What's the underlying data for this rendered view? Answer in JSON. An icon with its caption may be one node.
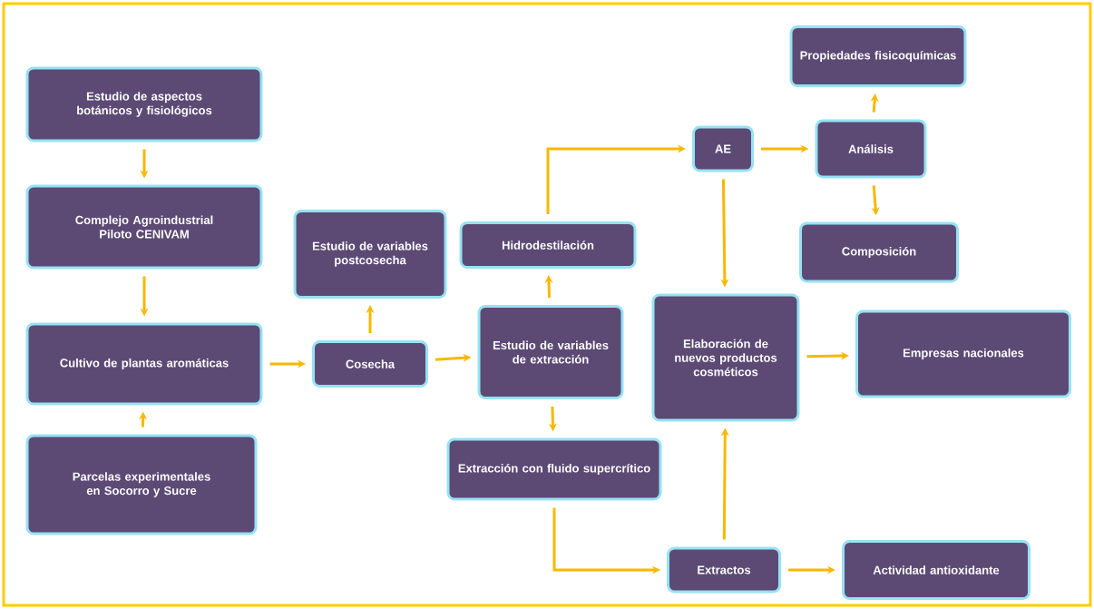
{
  "diagram": {
    "nodes": [
      {
        "text": [
          "Estudio de aspectos botánicos y fisiológicos"
        ]
      },
      {
        "text": [
          "Complejo Agroindustrial Piloto CENIVAM"
        ]
      },
      {
        "text": [
          "Cultivo de plantas aromáticas"
        ]
      },
      {
        "text": [
          "Parcelas experimentales en Socorro y Sucre"
        ]
      },
      {
        "text": [
          "Cosecha"
        ]
      },
      {
        "text": [
          "Estudio de variables postcosecha"
        ]
      },
      {
        "text": [
          "Estudio de variables de extracción"
        ]
      },
      {
        "text": [
          "Hidrodestilación"
        ]
      },
      {
        "text": [
          "Extracción con fluido supercrítico"
        ]
      },
      {
        "text": [
          "AE"
        ]
      },
      {
        "text": [
          "Análisis"
        ]
      },
      {
        "text": [
          "Propiedades fisicoquímicas"
        ]
      },
      {
        "text": [
          "Composición"
        ]
      },
      {
        "text": [
          "Elaboración de nuevos productos cosméticos"
        ]
      },
      {
        "text": [
          "Empresas nacionales"
        ]
      },
      {
        "text": [
          "Extractos"
        ]
      },
      {
        "text": [
          "Actividad antioxidante"
        ]
      }
    ],
    "edges": [
      {
        "from": 0,
        "to": 1,
        "arrow": "to"
      },
      {
        "from": 1,
        "to": 2,
        "arrow": "to"
      },
      {
        "from": 3,
        "to": 2,
        "arrow": "to"
      },
      {
        "from": 2,
        "to": 4,
        "arrow": "to"
      },
      {
        "from": 4,
        "to": 5,
        "arrow": "to"
      },
      {
        "from": 4,
        "to": 6,
        "arrow": "to"
      },
      {
        "from": 6,
        "to": 7,
        "arrow": "to"
      },
      {
        "from": 6,
        "to": 8,
        "arrow": "to"
      },
      {
        "from": 7,
        "to": 9,
        "arrow": "to"
      },
      {
        "from": 9,
        "to": 10,
        "arrow": "to"
      },
      {
        "from": 10,
        "to": 11,
        "arrow": "to"
      },
      {
        "from": 10,
        "to": 12,
        "arrow": "to"
      },
      {
        "from": 9,
        "to": 13,
        "arrow": "to"
      },
      {
        "from": 13,
        "to": 14,
        "arrow": "to"
      },
      {
        "from": 8,
        "to": 15,
        "arrow": "to"
      },
      {
        "from": 15,
        "to": 16,
        "arrow": "to"
      },
      {
        "from": 15,
        "to": 13,
        "arrow": "to"
      }
    ]
  }
}
